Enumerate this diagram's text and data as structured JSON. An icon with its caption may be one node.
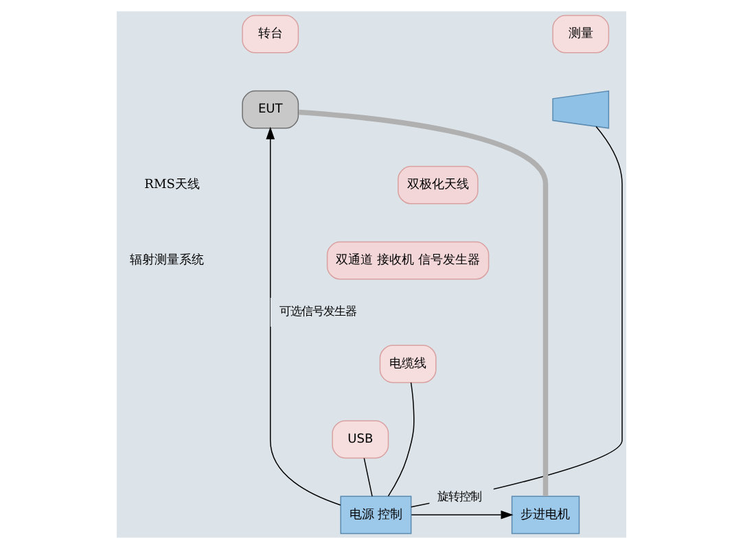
{
  "diagram": {
    "nodes": [
      {
        "text": [
          "转台"
        ]
      },
      {
        "text": [
          "测量"
        ]
      },
      {
        "text": [
          "EUT"
        ]
      },
      {
        "text": [],
        "shape": "trapezium"
      },
      {
        "text": [
          "双极化天线"
        ]
      },
      {
        "text": [
          "双通道 接收机 信号发生器"
        ]
      },
      {
        "text": [
          "步进电机"
        ]
      },
      {
        "text": [
          "电源 控制"
        ]
      },
      {
        "text": [
          "电缆线"
        ]
      },
      {
        "text": [
          "USB"
        ]
      }
    ],
    "edges": [
      {
        "from": 6,
        "to": 2,
        "arrow": "none",
        "style": "thick",
        "color": "#b0b0b0"
      },
      {
        "from": 7,
        "to": 2,
        "arrow": "to",
        "label": "可选信号发生器"
      },
      {
        "from": 3,
        "to": 7,
        "arrow": "none"
      },
      {
        "from": 7,
        "to": 6,
        "arrow": "to",
        "label": "旋转控制"
      },
      {
        "from": 8,
        "to": 7,
        "arrow": "none"
      },
      {
        "from": 9,
        "to": 7,
        "arrow": "none"
      }
    ],
    "labels": [
      "RMS天线",
      "辐射测量系统"
    ]
  }
}
